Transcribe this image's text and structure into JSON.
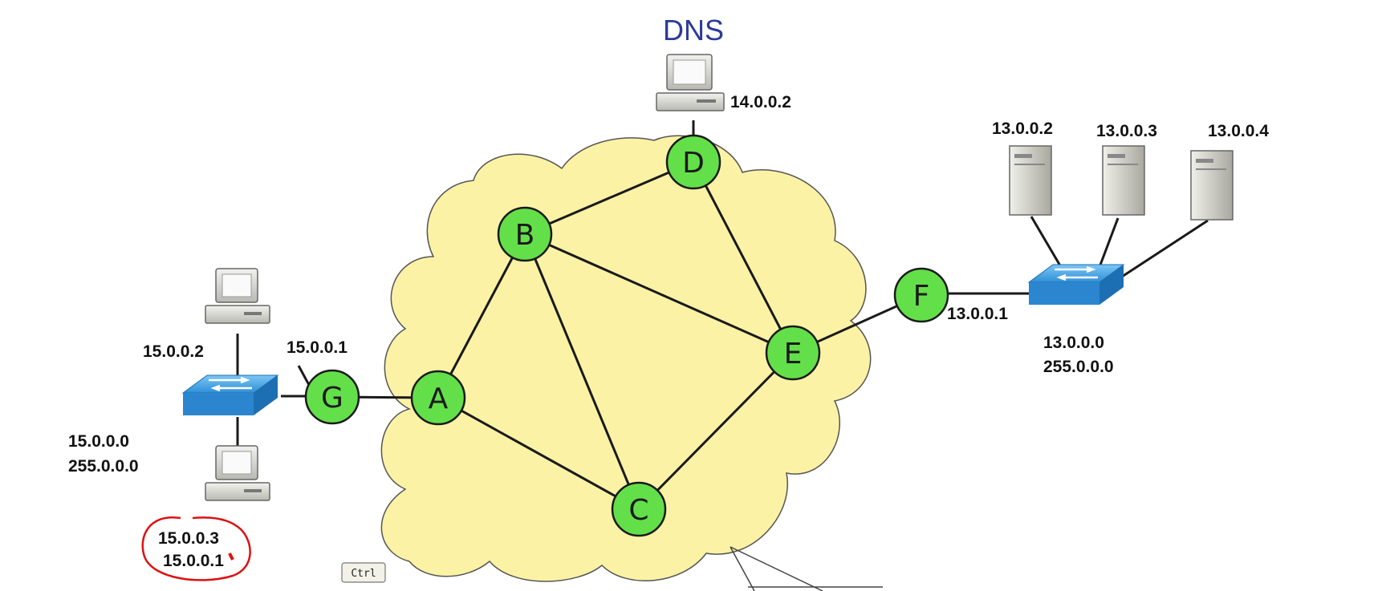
{
  "dns_title": "DNS",
  "colors": {
    "cloud_fill": "#fbf2a5",
    "node_fill": "#63e049",
    "switch_blue": "#2f8fd6",
    "annotation_red": "#dd1111",
    "dns_title_color": "#2b3a9a"
  },
  "routers": [
    "A",
    "B",
    "C",
    "D",
    "E",
    "F",
    "G"
  ],
  "links": [
    [
      "G",
      "A"
    ],
    [
      "A",
      "B"
    ],
    [
      "A",
      "C"
    ],
    [
      "B",
      "D"
    ],
    [
      "B",
      "C"
    ],
    [
      "B",
      "E"
    ],
    [
      "D",
      "E"
    ],
    [
      "C",
      "E"
    ],
    [
      "E",
      "F"
    ]
  ],
  "left_network": {
    "host_top_ip": "15.0.0.2",
    "gateway_ip": "15.0.0.1",
    "network": "15.0.0.0",
    "mask": "255.0.0.0",
    "host_bottom_ip": "15.0.0.3",
    "host_bottom_gateway": "15.0.0.1"
  },
  "dns_host_ip": "14.0.0.2",
  "right_network": {
    "server_ips": [
      "13.0.0.2",
      "13.0.0.3",
      "13.0.0.4"
    ],
    "gateway_ip": "13.0.0.1",
    "network": "13.0.0.0",
    "mask": "255.0.0.0"
  },
  "ctrl_key_label": "Ctrl"
}
